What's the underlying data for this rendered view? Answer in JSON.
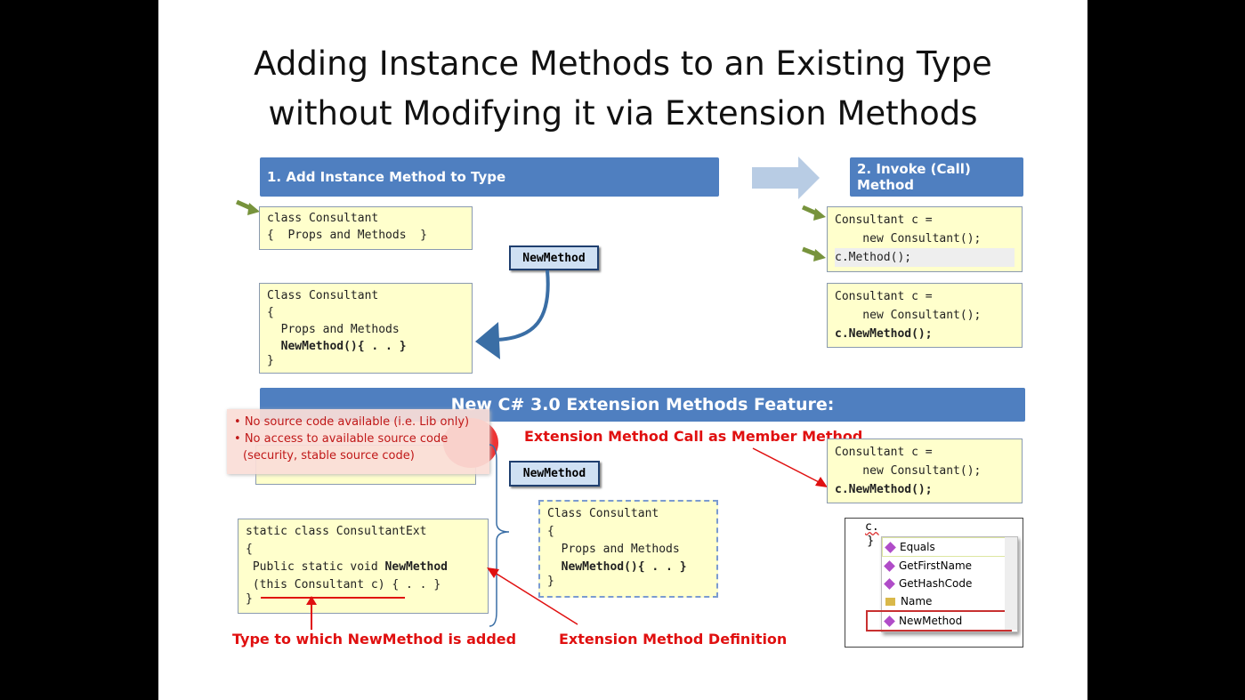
{
  "title": [
    "Adding Instance Methods to an Existing Type",
    "without Modifying it via Extension Methods"
  ],
  "step1": "1. Add Instance Method to Type",
  "step2": "2. Invoke (Call) Method",
  "code_class1": [
    "class Consultant",
    "{  Props and Methods  }"
  ],
  "code_class2": [
    "Class Consultant",
    "{",
    "  Props and Methods",
    "  NewMethod(){ . . }",
    "}"
  ],
  "newmethod": "NewMethod",
  "invoke1": [
    "Consultant c =",
    "    new Consultant();",
    "c.Method();"
  ],
  "invoke2": [
    "Consultant c =",
    "    new Consultant();",
    "c.NewMethod();"
  ],
  "banner": "New C# 3.0 Extension Methods Feature:",
  "reasons": [
    "No source code available (i.e. Lib only)",
    "No access to available source code",
    "(security, stable source code)"
  ],
  "call_label": "Extension Method Call as Member Method",
  "invoke3": [
    "Consultant c =",
    "    new Consultant();",
    "c.NewMethod();"
  ],
  "static_code": [
    "static class ConsultantExt",
    "{",
    " Public static void ",
    "NewMethod",
    " (this Consultant c) { . . }",
    "}"
  ],
  "dashed_code": [
    "Class Consultant",
    "{",
    "  Props and Methods",
    "  NewMethod(){ . . }",
    "}"
  ],
  "type_label": "Type to which NewMethod is added",
  "def_label": "Extension Method Definition",
  "intellisense": {
    "typed": "c.",
    "brace": "}",
    "items": [
      "Equals",
      "GetFirstName",
      "GetHashCode",
      "Name",
      "NewMethod"
    ]
  }
}
